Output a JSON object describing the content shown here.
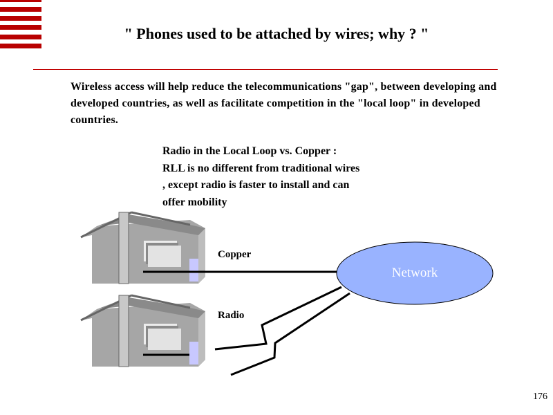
{
  "title": "\" Phones used to be attached by wires; why ? \"",
  "intro": "Wireless access will help reduce the telecommunications \"gap\", between developing and developed countries, as well as facilitate competition in the \"local loop\" in developed countries.",
  "rll_lines": [
    "Radio in the Local Loop vs. Copper :",
    "RLL is no different from traditional wires",
    ", except radio is faster to install and can",
    "offer mobility"
  ],
  "diagram": {
    "copper_label": "Copper",
    "radio_label": "Radio",
    "network_label": "Network",
    "network_color": "#99b3ff"
  },
  "page_number": "176",
  "colors": {
    "accent": "#b80000"
  }
}
